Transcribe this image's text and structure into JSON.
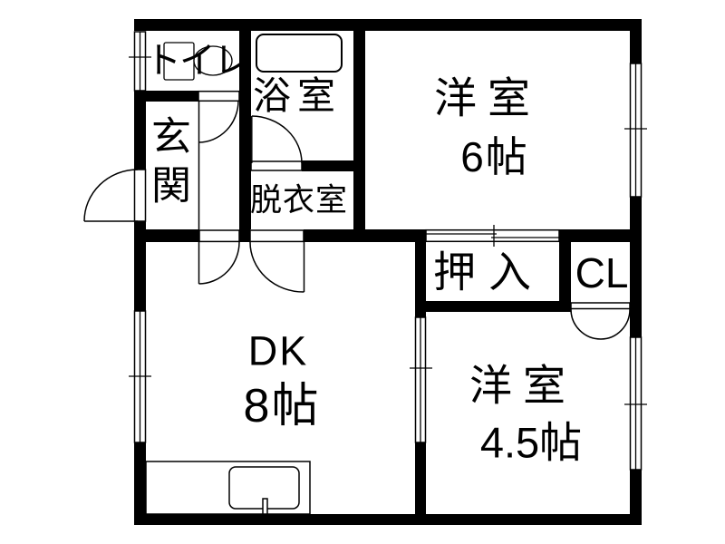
{
  "colors": {
    "wall": "#000000",
    "background": "#ffffff",
    "line": "#000000"
  },
  "rooms": {
    "entrance": {
      "label": "玄関"
    },
    "toilet": {
      "label": "トイレ"
    },
    "bath": {
      "label": "浴室"
    },
    "dressing_room": {
      "label": "脱衣室"
    },
    "western_room_6": {
      "label": "洋室",
      "size": "6帖"
    },
    "oshiire_closet": {
      "label": "押入"
    },
    "cl_closet": {
      "label": "CL"
    },
    "dining_kitchen": {
      "label": "DK",
      "size": "8帖"
    },
    "western_room_45": {
      "label": "洋室",
      "size": "4.5帖"
    }
  },
  "features": {
    "bathtub": "bathtub-icon",
    "toilet_fixture": "toilet-icon",
    "kitchen_counter": "kitchen-counter-icon",
    "kitchen_sink": "kitchen-sink-icon",
    "entrance_door": "swing-door-symbol",
    "toilet_door": "swing-door-symbol",
    "bath_door": "swing-door-symbol",
    "dk_doors": "swing-door-symbol",
    "closet_double_door": "double-door-symbol",
    "oshiire_sliding_door": "sliding-door-symbol",
    "dk_sliding_partition": "sliding-door-symbol",
    "exterior_windows": "window-symbol",
    "entrance_step": "step-line"
  }
}
